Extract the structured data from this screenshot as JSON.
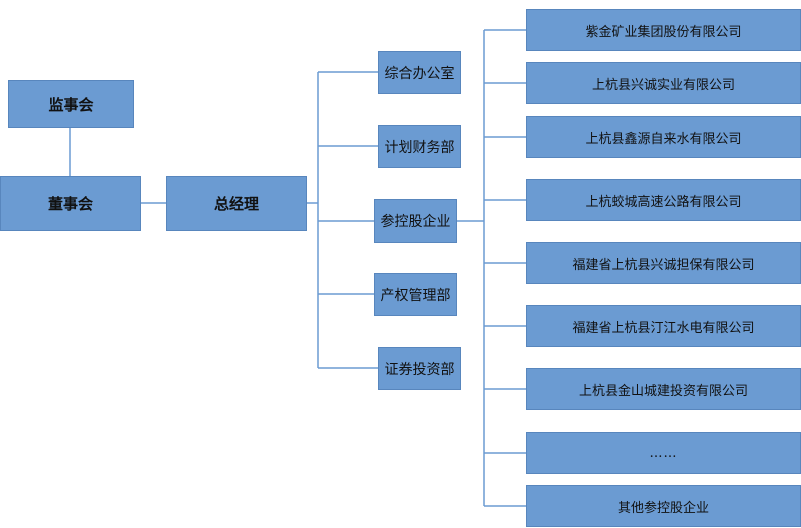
{
  "colors": {
    "box_fill": "#6b9bd2",
    "box_border": "#5886bd",
    "connector": "#6b9bd2",
    "text": "#111111"
  },
  "top_level": {
    "supervisory_board": "监事会",
    "board_of_directors": "董事会",
    "general_manager": "总经理"
  },
  "departments": [
    "综合办公室",
    "计划财务部",
    "参控股企业",
    "产权管理部",
    "证券投资部"
  ],
  "companies": [
    "紫金矿业集团股份有限公司",
    "上杭县兴诚实业有限公司",
    "上杭县鑫源自来水有限公司",
    "上杭蛟城高速公路有限公司",
    "福建省上杭县兴诚担保有限公司",
    "福建省上杭县汀江水电有限公司",
    "上杭县金山城建投资有限公司",
    "……",
    "其他参控股企业"
  ]
}
